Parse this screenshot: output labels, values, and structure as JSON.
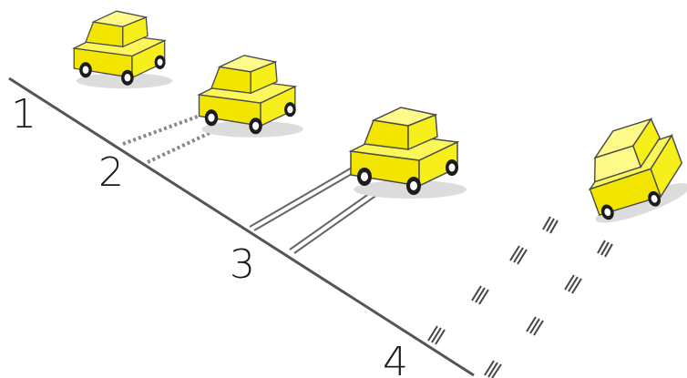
{
  "labels": {
    "one": "1",
    "two": "2",
    "three": "3",
    "four": "4"
  },
  "colors": {
    "car_body": "#f7ef1a",
    "car_top": "#fbf65a",
    "car_shade": "#e0d400",
    "outline": "#4a4a4a",
    "shadow": "#d9d9d9",
    "line": "#555555",
    "tire": "#1c1c1c"
  },
  "icons": [
    "yellow-car-icon",
    "tire-track-icon"
  ]
}
